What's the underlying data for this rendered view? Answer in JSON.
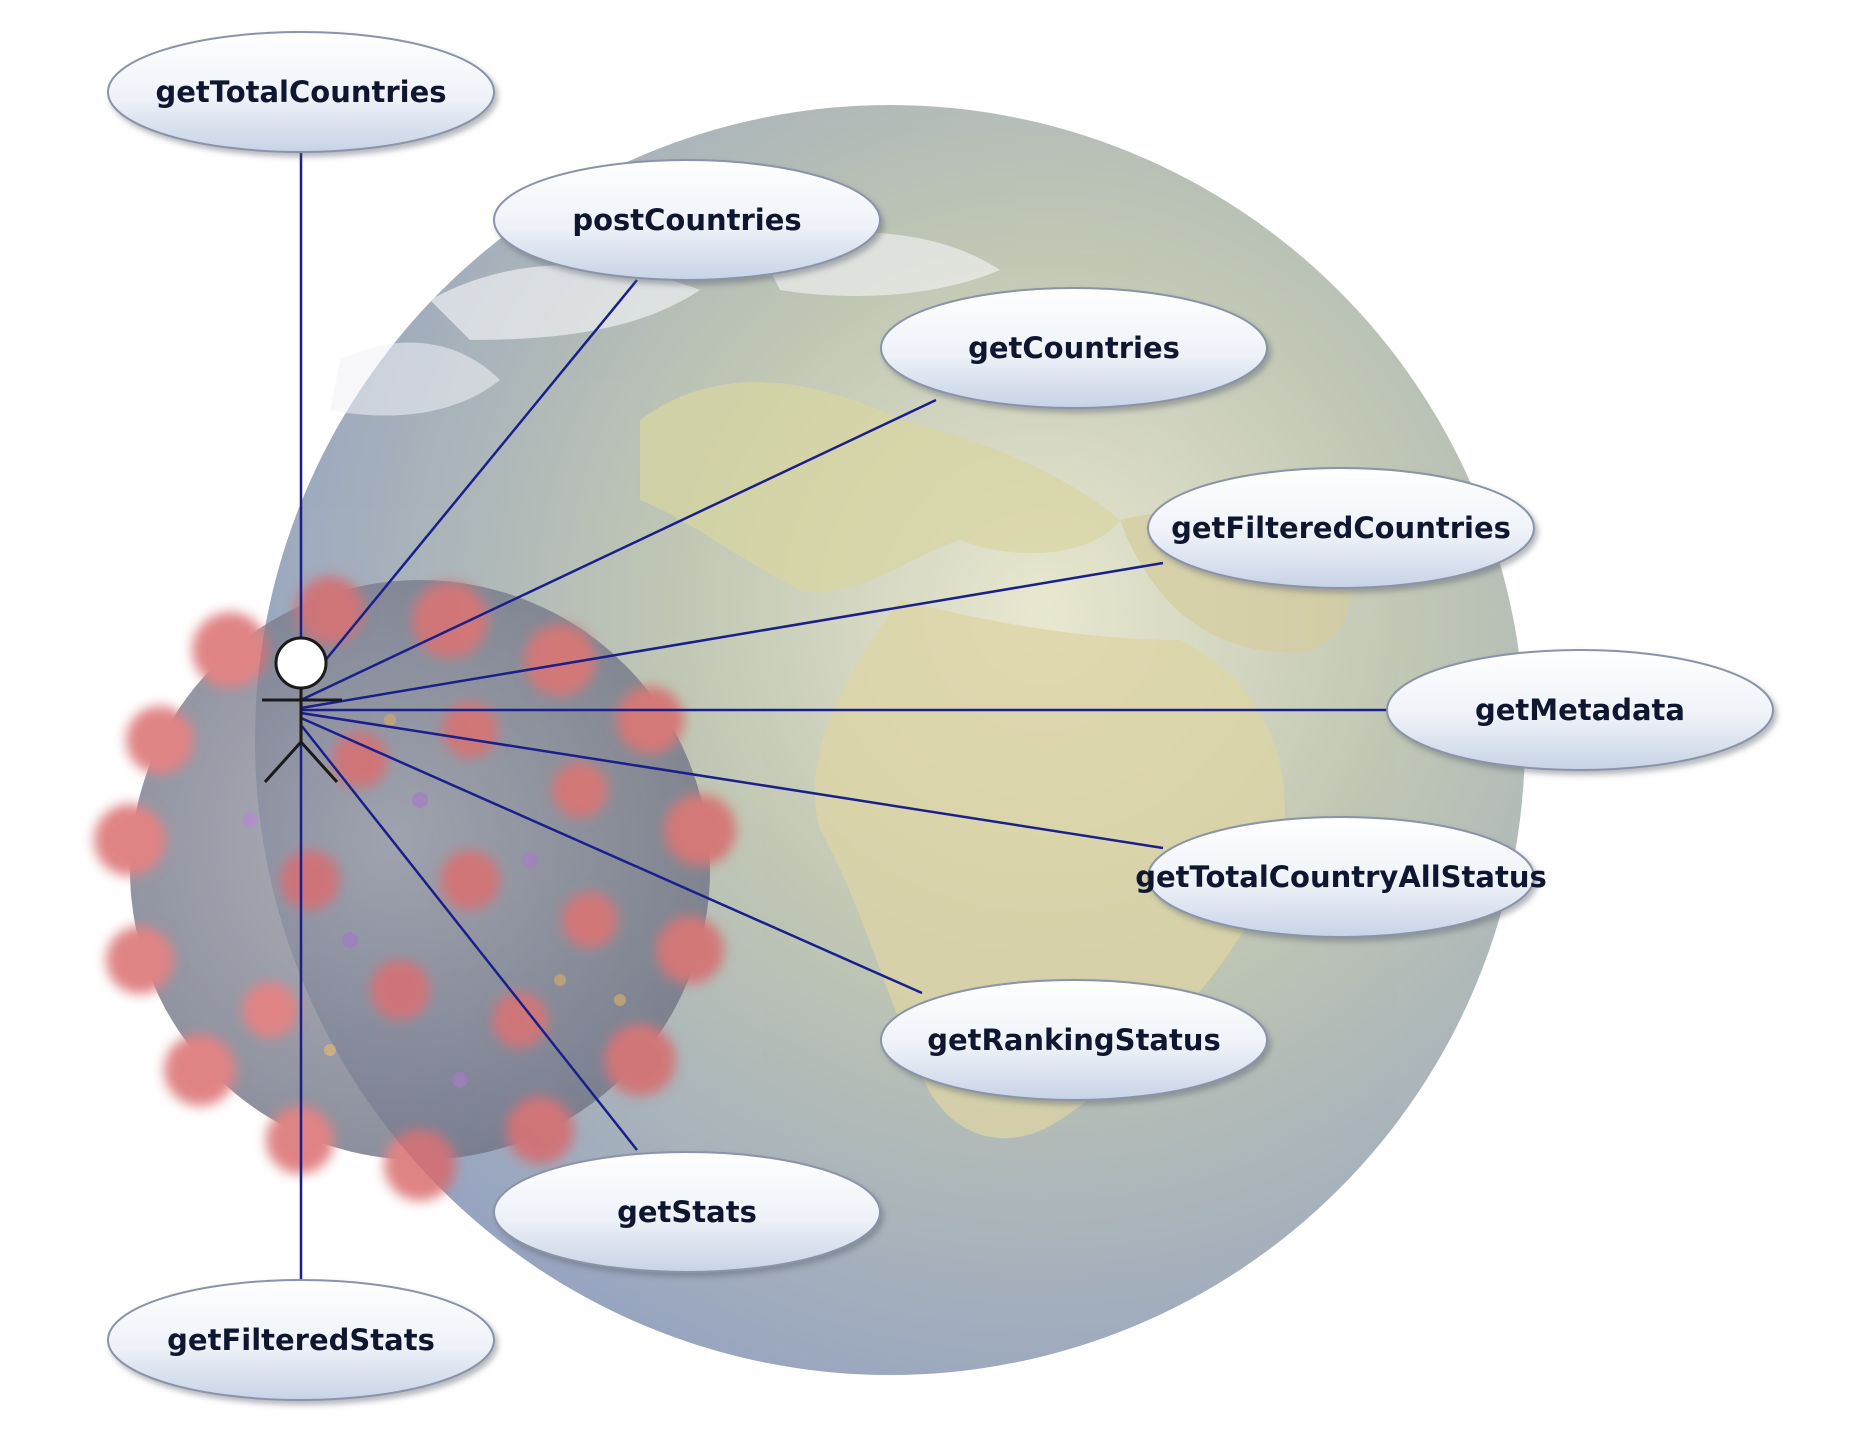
{
  "diagram": {
    "type": "use-case",
    "actor": {
      "name": ""
    },
    "use_cases": [
      {
        "id": "getTotalCountries",
        "label": "getTotalCountries"
      },
      {
        "id": "postCountries",
        "label": "postCountries"
      },
      {
        "id": "getCountries",
        "label": "getCountries"
      },
      {
        "id": "getFilteredCountries",
        "label": "getFilteredCountries"
      },
      {
        "id": "getMetadata",
        "label": "getMetadata"
      },
      {
        "id": "getTotalCountryAllStatus",
        "label": "getTotalCountryAllStatus"
      },
      {
        "id": "getRankingStatus",
        "label": "getRankingStatus"
      },
      {
        "id": "getStats",
        "label": "getStats"
      },
      {
        "id": "getFilteredStats",
        "label": "getFilteredStats"
      }
    ],
    "colors": {
      "connector": "#1b1f8a",
      "ellipse_fill_top": "#ffffff",
      "ellipse_fill_bottom": "#cfd9ea",
      "ellipse_stroke": "#8a93a8",
      "globe_ocean": "#7f93b8",
      "globe_land": "#c9c791",
      "virus_spike": "#d9696b",
      "virus_body": "#8c8f9e"
    }
  }
}
